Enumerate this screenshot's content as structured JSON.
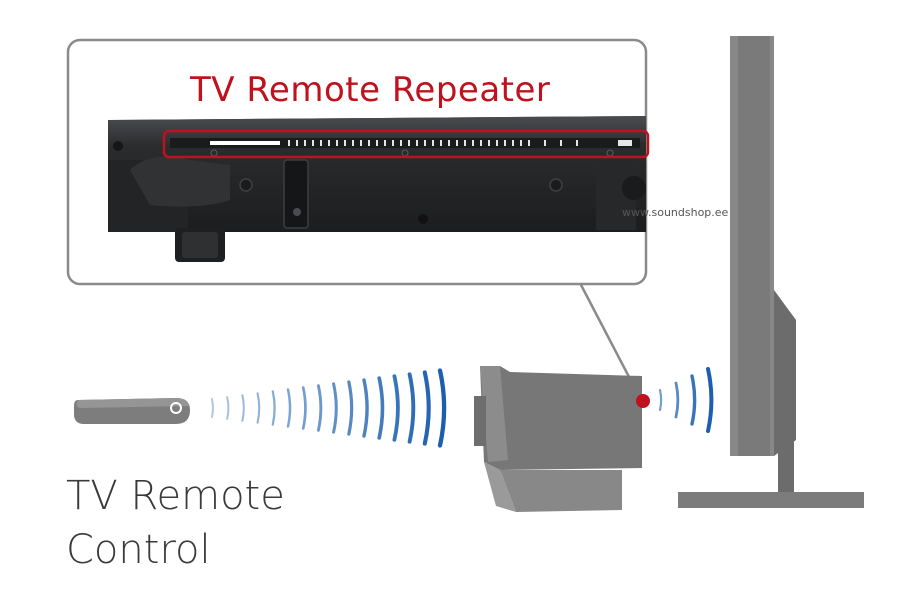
{
  "callout": {
    "title": "TV Remote Repeater"
  },
  "watermark": "www.soundshop.ee",
  "remote_label": {
    "line1": "TV Remote",
    "line2": "Control"
  },
  "colors": {
    "accent_red": "#c0111f",
    "wave_blue": "#1d5fae",
    "device_grey": "#777777",
    "callout_border": "#8a8a8a",
    "photo_dark": "#2b2d2f"
  },
  "icons": {
    "remote": "remote-control-icon",
    "soundbar": "soundbar-icon",
    "tv": "tv-icon",
    "sensor": "ir-sensor-icon"
  }
}
